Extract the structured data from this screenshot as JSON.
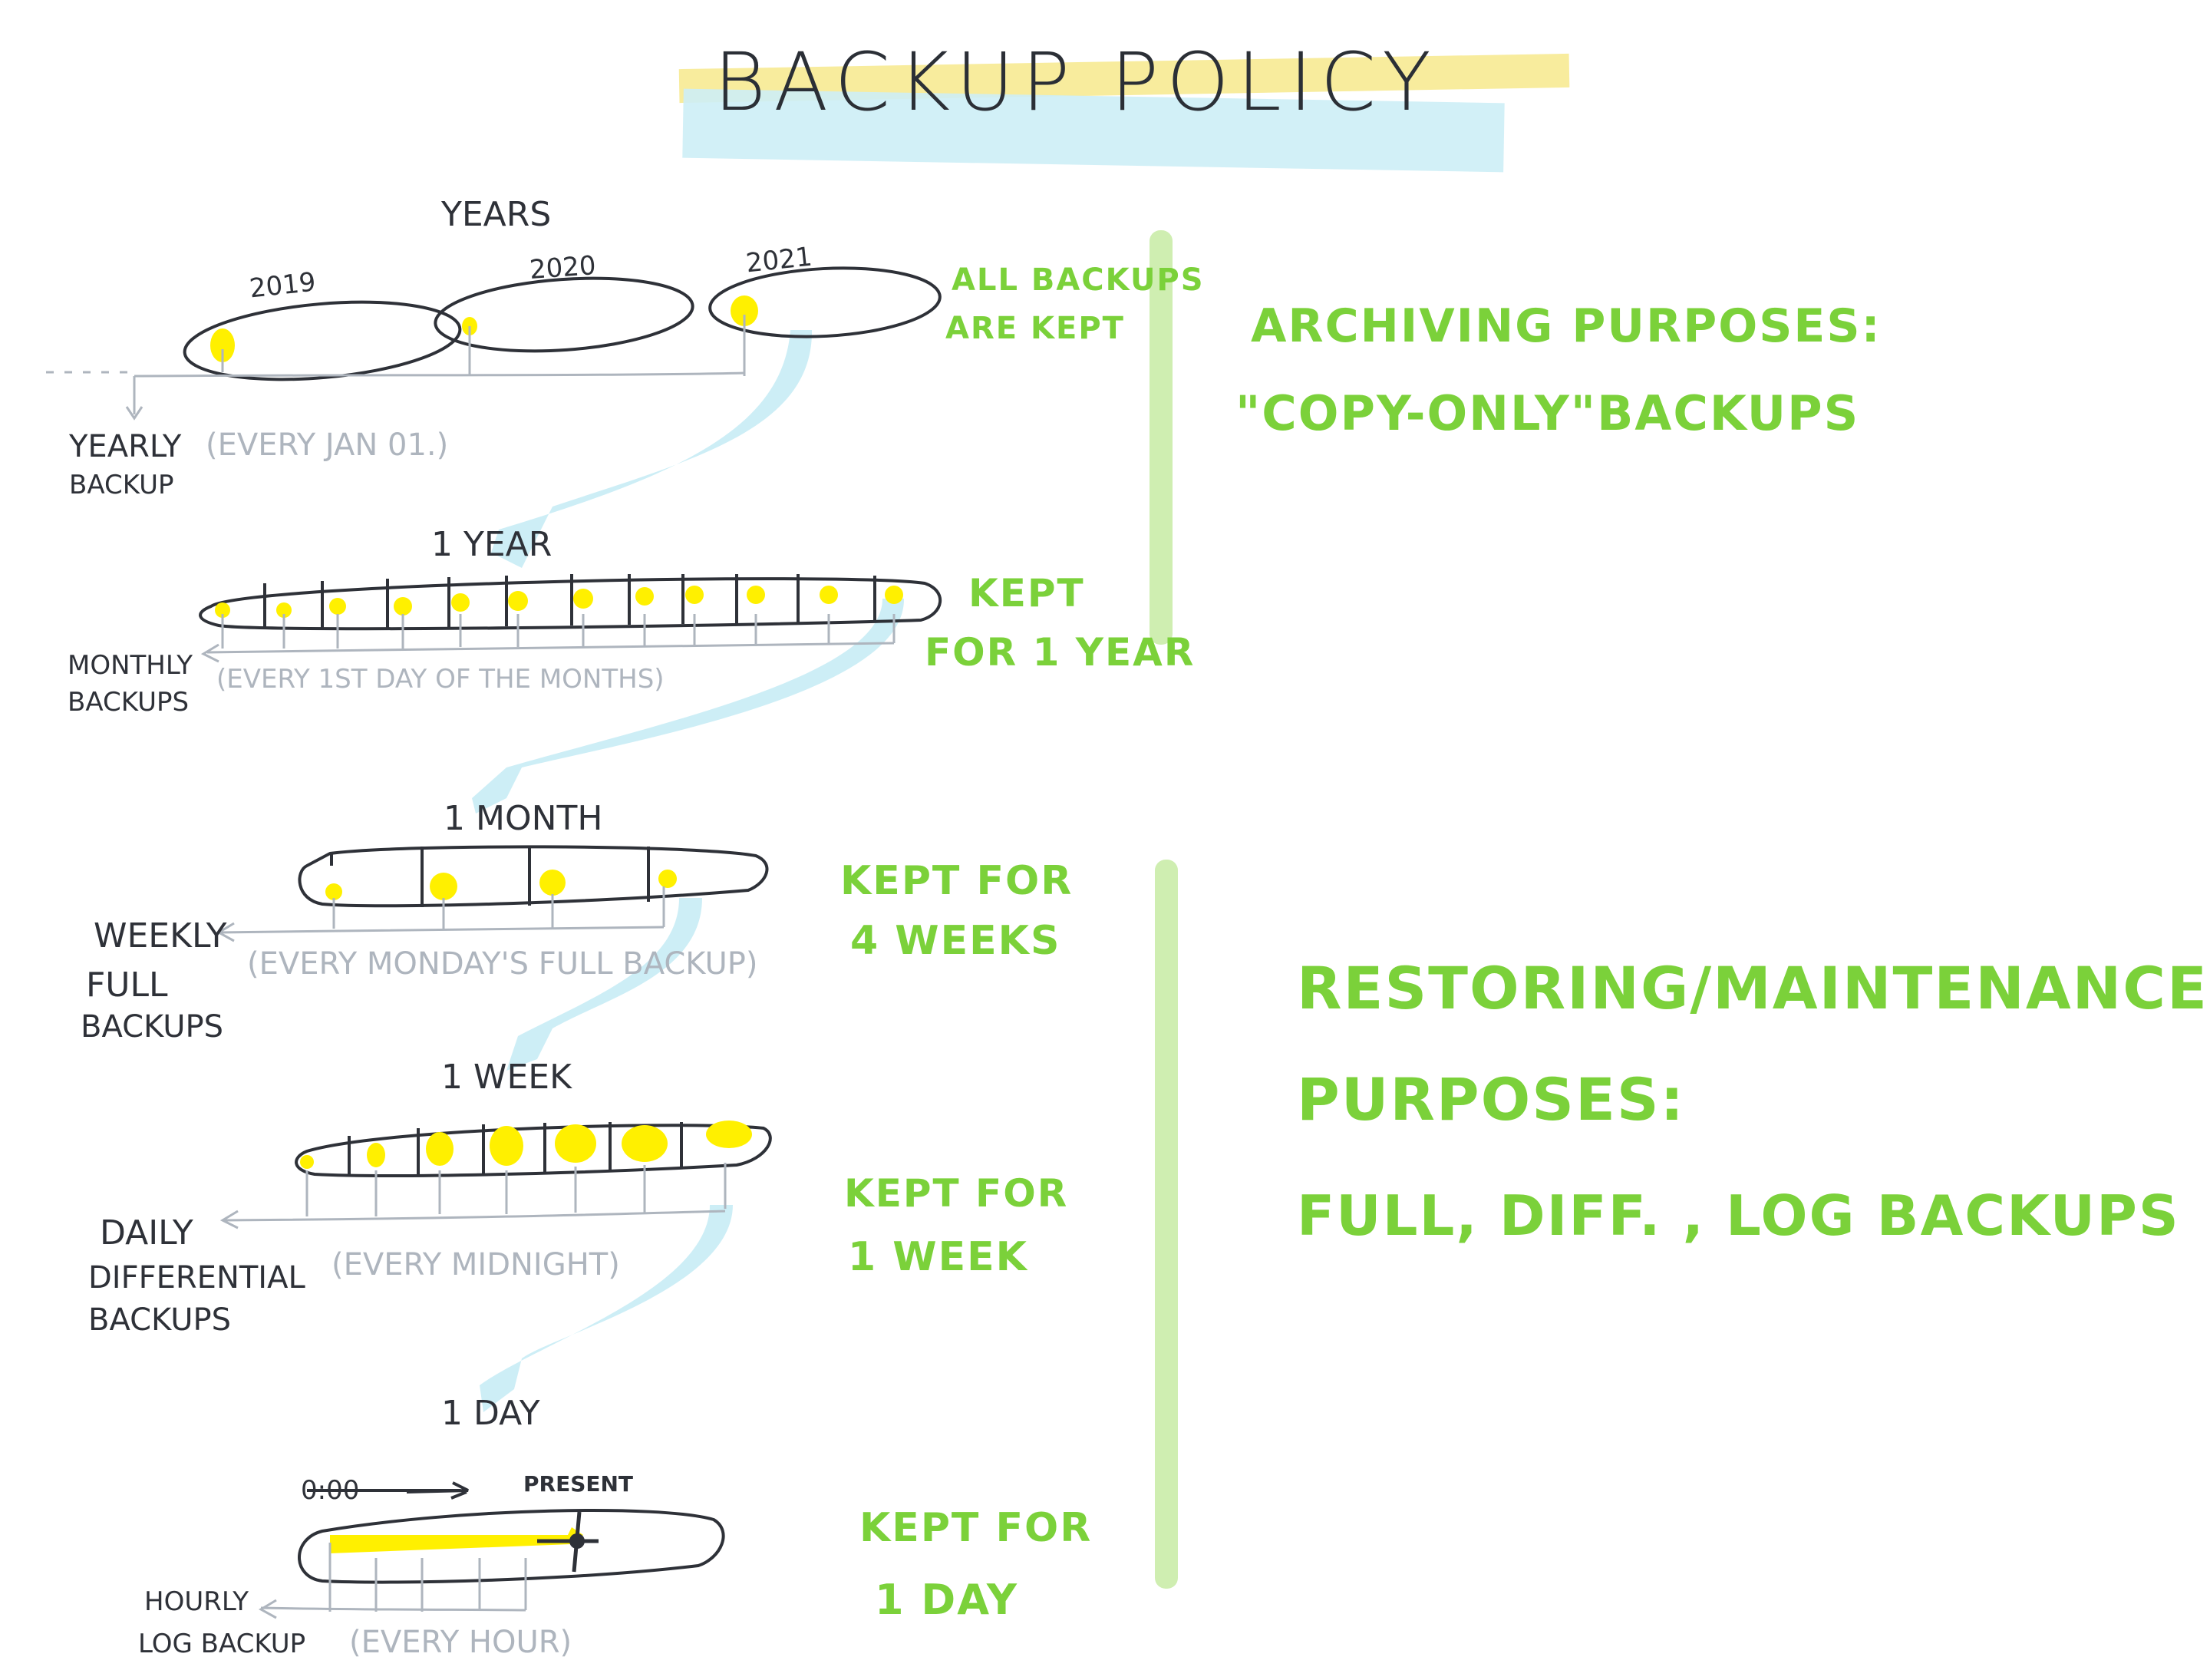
{
  "title": "BACKUP POLICY",
  "years_section": {
    "heading": "YEARS",
    "year_labels": [
      "2019",
      "2020",
      "2021"
    ],
    "label": "YEARLY\nBACKUP",
    "label_line1": "YEARLY",
    "label_line2": "BACKUP",
    "note": "(EVERY JAN 01.)",
    "retention_line1": "ALL BACKUPS",
    "retention_line2": "ARE KEPT"
  },
  "year_section": {
    "heading": "1 YEAR",
    "label_line1": "MONTHLY",
    "label_line2": "BACKUPS",
    "note": "(EVERY 1ST DAY OF THE MONTHS)",
    "retention_line1": "KEPT",
    "retention_line2": "FOR 1 YEAR"
  },
  "month_section": {
    "heading": "1 MONTH",
    "label_line1": "WEEKLY",
    "label_line2": "FULL",
    "label_line3": "BACKUPS",
    "note": "(EVERY MONDAY'S FULL BACKUP)",
    "retention_line1": "KEPT FOR",
    "retention_line2": "4 WEEKS"
  },
  "week_section": {
    "heading": "1 WEEK",
    "label_line1": "DAILY",
    "label_line2": "DIFFERENTIAL",
    "label_line3": "BACKUPS",
    "note": "(EVERY MIDNIGHT)",
    "retention_line1": "KEPT FOR",
    "retention_line2": "1 WEEK"
  },
  "day_section": {
    "heading": "1 DAY",
    "start_label": "0:00",
    "end_label": "PRESENT",
    "label_line1": "HOURLY",
    "label_line2": "LOG BACKUP",
    "note": "(EVERY HOUR)",
    "retention_line1": "KEPT FOR",
    "retention_line2": "1 DAY"
  },
  "archiving": {
    "line1": "ARCHIVING PURPOSES:",
    "line2": "\"COPY-ONLY\"BACKUPS"
  },
  "restoring": {
    "line1": "RESTORING/MAINTENANCE",
    "line2": "PURPOSES:",
    "line3": "FULL, DIFF. , LOG BACKUPS"
  },
  "colors": {
    "ink": "#2e3138",
    "grey": "#aeb5be",
    "green": "#7bd13a",
    "yellow": "#fff000",
    "blue_arrow": "#cdeef6",
    "highlight_yellow": "#f7e98c"
  }
}
